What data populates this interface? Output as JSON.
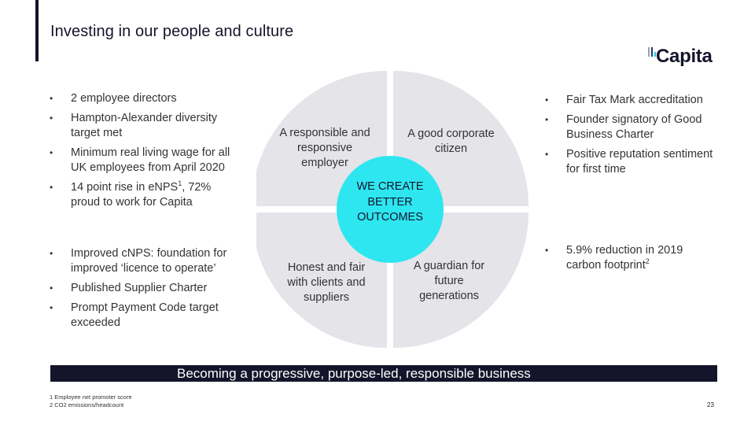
{
  "title": "Investing in our people and culture",
  "logo": {
    "text": "Capita",
    "mark_colors": [
      "#9aa0b4",
      "#2b3a6b",
      "#1ec8e6"
    ]
  },
  "left_top_bullets": [
    "2 employee directors",
    "Hampton-Alexander diversity target met",
    "Minimum real living wage for all UK employees from April 2020"
  ],
  "left_nps": {
    "before": "14 point rise in eNPS",
    "sup": "1",
    "after": ", 72% proud to work for Capita"
  },
  "left_bottom_bullets": [
    "Improved cNPS: foundation for improved ‘licence to operate’",
    "Published Supplier Charter",
    "Prompt Payment Code target exceeded"
  ],
  "right_top_bullets": [
    "Fair Tax Mark accreditation",
    "Founder signatory of Good Business Charter",
    "Positive reputation sentiment for first time"
  ],
  "right_bottom": {
    "before": "5.9% reduction in 2019 carbon footprint",
    "sup": "2"
  },
  "diagram": {
    "top_left": "A responsible and responsive employer",
    "top_right": "A good corporate citizen",
    "bottom_left": "Honest and fair with clients and suppliers",
    "bottom_right": "A guardian for future generations",
    "center": "WE CREATE BETTER OUTCOMES",
    "quadrant_color": "#e4e4e9",
    "center_color": "#2ee6f0"
  },
  "banner": {
    "text": "Becoming a progressive, purpose-led, responsible business",
    "color": "#14142b"
  },
  "footnotes": [
    "1 Employee net promoter score",
    "2 CO2 emissions/headcount"
  ],
  "page_number": "23"
}
